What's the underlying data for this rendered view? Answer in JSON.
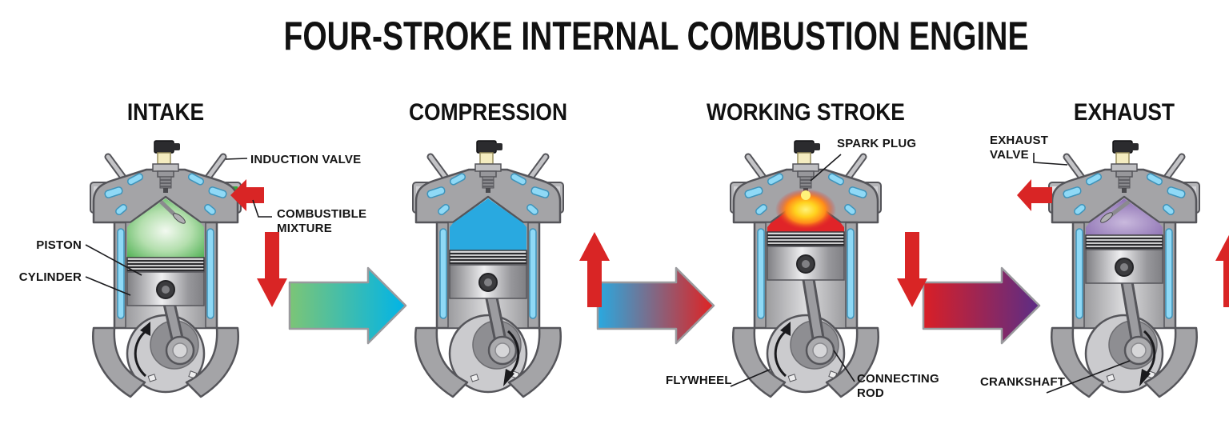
{
  "title": "FOUR-STROKE INTERNAL COMBUSTION ENGINE",
  "stages": [
    {
      "id": "intake",
      "title": "INTAKE",
      "chamber": "intake_green",
      "piston_motion": "down",
      "crank_rotation": "clockwise",
      "flow_in": true
    },
    {
      "id": "compression",
      "title": "COMPRESSION",
      "chamber": "compression_blue",
      "piston_motion": "up",
      "crank_rotation": "clockwise"
    },
    {
      "id": "working-stroke",
      "title": "WORKING STROKE",
      "chamber": "combustion_red",
      "piston_motion": "down",
      "crank_rotation": "clockwise",
      "ignition": true
    },
    {
      "id": "exhaust",
      "title": "EXHAUST",
      "chamber": "exhaust_purple",
      "piston_motion": "up",
      "crank_rotation": "clockwise",
      "flow_out": true
    }
  ],
  "labels": {
    "induction_valve": "INDUCTION VALVE",
    "combustible_mixture": "COMBUSTIBLE MIXTURE",
    "piston": "PISTON",
    "cylinder": "CYLINDER",
    "spark_plug": "SPARK PLUG",
    "flywheel": "FLYWHEEL",
    "connecting_rod": "CONNECTING ROD",
    "exhaust_valve": "EXHAUST VALVE",
    "crankshaft": "CRANKSHAFT"
  },
  "colors": {
    "background": "#ffffff",
    "text": "#111111",
    "engine_body": "#a4a4a7",
    "engine_outline": "#55555a",
    "coolant_blue": "#8fd9f6",
    "red_arrow": "#d92525",
    "intake_green": "#3aa640",
    "compression_blue": "#29a9e0",
    "combustion_red": "#e02428",
    "combustion_yellow": "#ffd21e",
    "exhaust_purple": "#7e5fa8"
  },
  "transition_arrows": [
    {
      "from": "#7cc576",
      "to": "#00b4e8"
    },
    {
      "from": "#29a9e0",
      "to": "#e02222"
    },
    {
      "from": "#d91f26",
      "to": "#5b2d86"
    }
  ]
}
